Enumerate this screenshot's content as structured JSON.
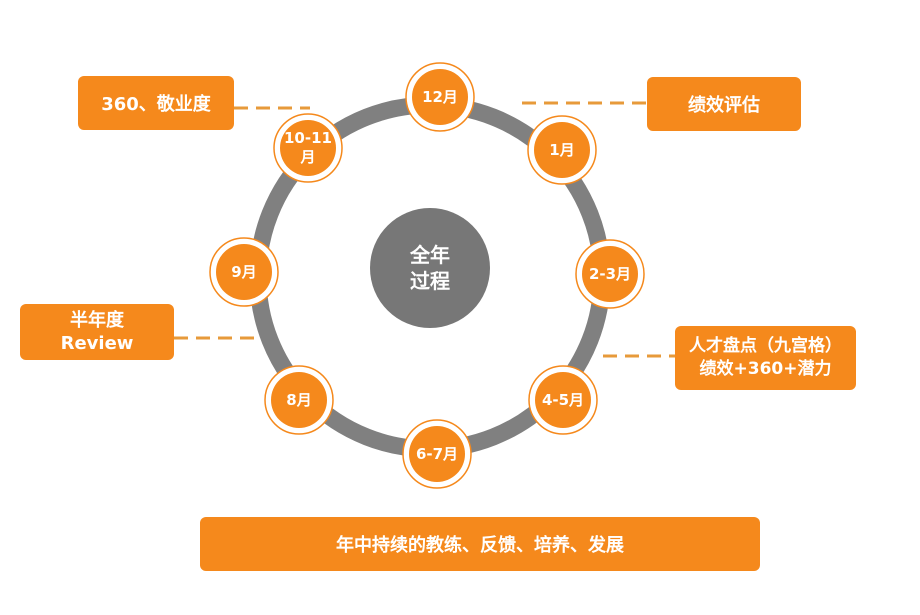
{
  "colors": {
    "ring": "#808080",
    "node_fill": "#f5891c",
    "node_border": "#f5891c",
    "center": "#777777",
    "callout": "#f5891c",
    "connector": "#e79a3a"
  },
  "center": {
    "line1": "全年",
    "line2": "过程"
  },
  "nodes": [
    {
      "id": "12",
      "label": "12月"
    },
    {
      "id": "1",
      "label": "1月"
    },
    {
      "id": "2-3",
      "label": "2-3月"
    },
    {
      "id": "4-5",
      "label": "4-5月"
    },
    {
      "id": "6-7",
      "label": "6-7月"
    },
    {
      "id": "8",
      "label": "8月"
    },
    {
      "id": "9",
      "label": "9月"
    },
    {
      "id": "10-11",
      "label": "10-11月",
      "line1": "10-11",
      "line2": "月"
    }
  ],
  "callouts": {
    "engagement": "360、敬业度",
    "performance": "绩效评估",
    "half_year": {
      "line1": "半年度",
      "line2": "Review"
    },
    "talent": {
      "line1": "人才盘点（九宫格）",
      "line2": "绩效+360+潜力"
    },
    "coaching": "年中持续的教练、反馈、培养、发展"
  }
}
